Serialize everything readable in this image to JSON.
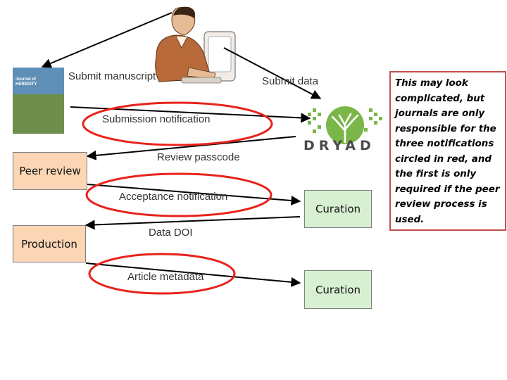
{
  "boxes": {
    "peer_review": "Peer review",
    "production": "Production",
    "curation_1": "Curation",
    "curation_2": "Curation"
  },
  "labels": {
    "submit_manuscript": "Submit manuscript",
    "submit_data": "Submit data",
    "submission_notification": "Submission notification",
    "review_passcode": "Review passcode",
    "acceptance_notification": "Acceptance notification",
    "data_doi": "Data DOI",
    "article_metadata": "Article metadata"
  },
  "journal": {
    "title_line1": "Journal of",
    "title_line2": "HEREDITY"
  },
  "logo": {
    "word": "DRYAD"
  },
  "note": {
    "text": "This may look complicated, but journals are only responsible for the three notifications circled in red, and the first is only required if the peer review process is used."
  },
  "colors": {
    "highlight_ellipse": "#e8221c",
    "note_border": "#c0504d",
    "peach_box": "#fcd5b5",
    "green_box": "#d8f0d2",
    "dryad_green": "#7ab648"
  },
  "icons": {
    "person": "person-at-computer-icon",
    "tree": "dryad-tree-icon"
  }
}
